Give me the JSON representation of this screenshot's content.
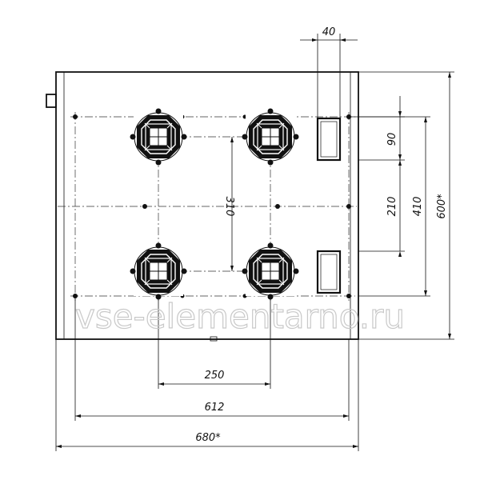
{
  "drawing": {
    "dimensions": {
      "port_width": "40",
      "port_spacing_top": "90",
      "port_spacing_mid": "210",
      "port_total": "410",
      "height_overall": "600*",
      "fan_spacing_vertical": "310",
      "fan_spacing_horizontal": "250",
      "mount_width": "612",
      "width_overall": "680*"
    },
    "watermark": "vse-elementarno.ru",
    "colors": {
      "line": "#111111",
      "watermark": "#c9c9c9"
    }
  }
}
